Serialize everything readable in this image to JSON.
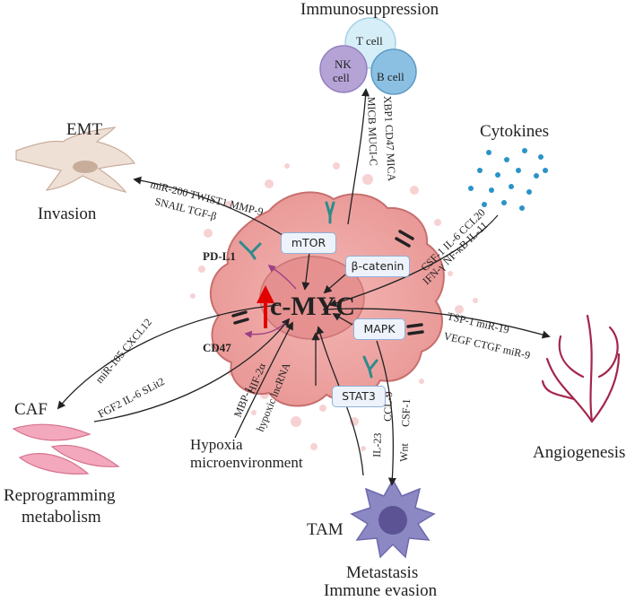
{
  "center": {
    "label": "c-MYC"
  },
  "pathways": {
    "mtor": "mTOR",
    "beta_catenin": "β-catenin",
    "mapk": "MAPK",
    "stat3": "STAT3"
  },
  "receptors": {
    "pdl1": "PD-L1",
    "cd47": "CD47"
  },
  "outcomes": {
    "immunosuppression": "Immunosuppression",
    "t_cell": "T cell",
    "nk_line1": "NK",
    "nk_line2": "cell",
    "b_cell": "B cell",
    "emt": "EMT",
    "invasion": "Invasion",
    "cytokines": "Cytokines",
    "caf": "CAF",
    "reprogramming_line1": "Reprogramming",
    "reprogramming_line2": "metabolism",
    "angiogenesis": "Angiogenesis",
    "tam": "TAM",
    "metastasis": "Metastasis",
    "immune_evasion": "Immune evasion",
    "hypoxia_line1": "Hypoxia",
    "hypoxia_line2": "microenvironment"
  },
  "factors": {
    "emt_top": "miR-200 TWIST1 MMP-9",
    "emt_bottom": "SNAIL  TGF-β",
    "immune_outer": "XBP1  CD47  MICA",
    "immune_inner": "MICB  MUCI-C",
    "cytokine_outer": "CSF-1   IL-6  CCL20",
    "cytokine_inner": "IFN-γ   NF-κB   IL-11",
    "angio_top": "TSP-1   miR-19",
    "angio_bottom": "VEGF  CTGF   miR-9",
    "caf_upper": "miR-105     CXCL12",
    "caf_lower": "FGF2      IL-6     SLit2",
    "hypoxia_a": "MBP-1",
    "hypoxia_b": "HIF-2α",
    "hypoxia_c": "hypoxic lncRNA",
    "tam_a": "IL-23",
    "tam_b": "CCL-9",
    "tam_c": "Wnt",
    "tam_d": "CSF-1"
  }
}
